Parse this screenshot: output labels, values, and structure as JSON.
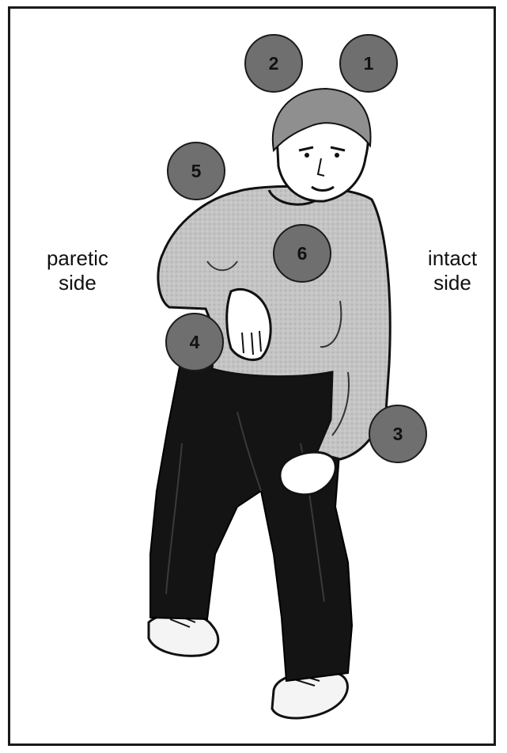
{
  "labels": {
    "left": [
      "paretic",
      "side"
    ],
    "right": [
      "intact",
      "side"
    ]
  },
  "markers": [
    "1",
    "2",
    "3",
    "4",
    "5",
    "6"
  ],
  "colors": {
    "marker_fill": "#6f6f6f",
    "sweater": "#c4c4c4",
    "pants": "#141414",
    "outline": "#111111"
  }
}
